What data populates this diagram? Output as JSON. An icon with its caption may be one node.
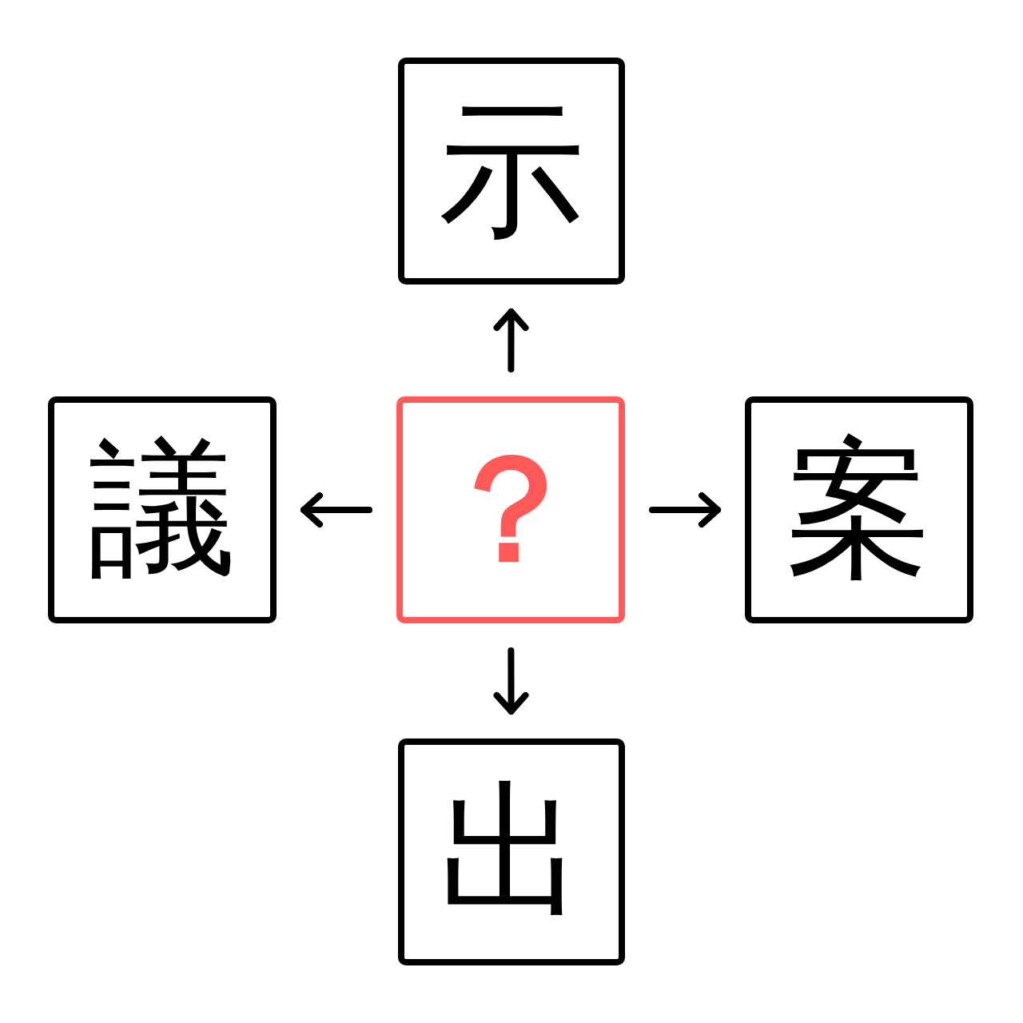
{
  "diagram": {
    "nodes": [
      {
        "text": [
          "示"
        ]
      },
      {
        "text": [
          "議"
        ]
      },
      {
        "text": [
          "？"
        ]
      },
      {
        "text": [
          "案"
        ]
      },
      {
        "text": [
          "出"
        ]
      }
    ],
    "edges": [
      {
        "from": 2,
        "to": 0,
        "arrow": "to"
      },
      {
        "from": 2,
        "to": 1,
        "arrow": "to"
      },
      {
        "from": 2,
        "to": 3,
        "arrow": "to"
      },
      {
        "from": 2,
        "to": 4,
        "arrow": "to"
      }
    ]
  }
}
